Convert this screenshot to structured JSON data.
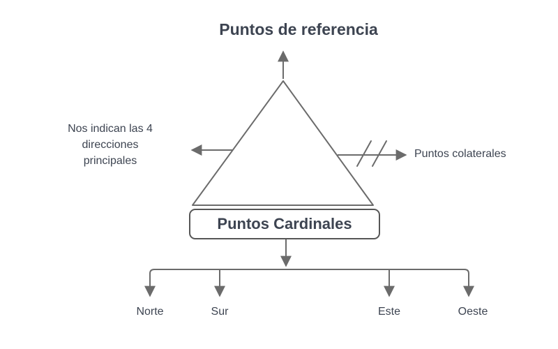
{
  "title": "Puntos de referencia",
  "diagram": {
    "left_note": "Nos indican las 4\ndirecciones\nprincipales",
    "right_label": "Puntos colaterales",
    "center_box_label": "Puntos Cardinales",
    "cardinal_points": [
      "Norte",
      "Sur",
      "Este",
      "Oeste"
    ]
  },
  "icons": {
    "up_arrow": "arrow pointing up from triangle apex",
    "left_arrow": "arrow pointing left from triangle edge",
    "right_arrow": "arrow pointing right with double slash marks",
    "down_arrow": "arrow pointing down from box to branch connector",
    "branch_arrows": "four downward arrows to cardinal point labels"
  },
  "colors": {
    "background": "#ffffff",
    "line": "#6b6b6b",
    "text": "#3d4451",
    "box_border": "#565656"
  }
}
